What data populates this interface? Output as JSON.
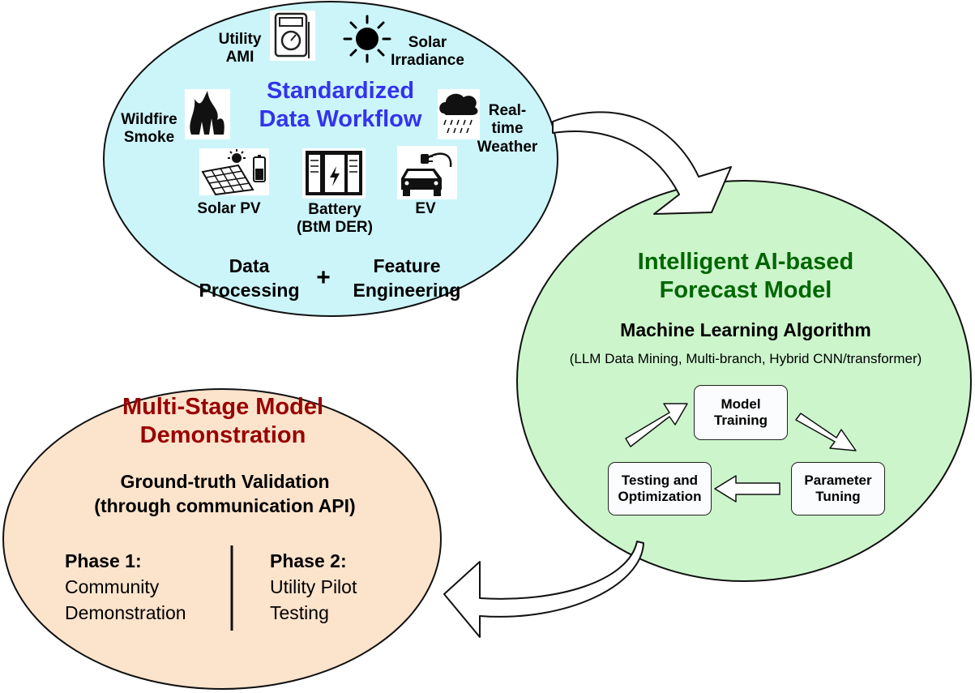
{
  "workflow": {
    "title_line1": "Standardized",
    "title_line2": "Data Workflow",
    "title_color": "#3333ee",
    "fill_color": "#ccf5fa",
    "utility_ami_line1": "Utility",
    "utility_ami_line2": "AMI",
    "solar_irradiance_line1": "Solar",
    "solar_irradiance_line2": "Irradiance",
    "wildfire_smoke_line1": "Wildfire",
    "wildfire_smoke_line2": "Smoke",
    "weather_line1": "Real-",
    "weather_line2": "time",
    "weather_line3": "Weather",
    "solar_pv": "Solar PV",
    "battery_line1": "Battery",
    "battery_line2": "(BtM DER)",
    "ev": "EV",
    "data_processing_line1": "Data",
    "data_processing_line2": "Processing",
    "plus": "+",
    "feature_engineering_line1": "Feature",
    "feature_engineering_line2": "Engineering"
  },
  "forecast": {
    "title_line1": "Intelligent AI-based",
    "title_line2": "Forecast Model",
    "title_color": "#006600",
    "fill_color": "#ccf5cc",
    "subtitle": "Machine Learning Algorithm",
    "methods": "(LLM Data Mining, Multi-branch, Hybrid CNN/transformer)",
    "cycle": {
      "model_training_line1": "Model",
      "model_training_line2": "Training",
      "parameter_tuning_line1": "Parameter",
      "parameter_tuning_line2": "Tuning",
      "testing_line1": "Testing and",
      "testing_line2": "Optimization"
    }
  },
  "demonstration": {
    "title_line1": "Multi-Stage Model",
    "title_line2": "Demonstration",
    "title_color": "#990000",
    "fill_color": "#fce3cc",
    "validation_line1": "Ground-truth Validation",
    "validation_line2": "(through communication API)",
    "phase1_title": "Phase 1:",
    "phase1_line1": "Community",
    "phase1_line2": "Demonstration",
    "phase2_title": "Phase 2:",
    "phase2_line1": "Utility Pilot",
    "phase2_line2": "Testing"
  },
  "icons": [
    "meter-icon",
    "sun-icon",
    "wildfire-icon",
    "rain-cloud-icon",
    "solar-panel-icon",
    "battery-cabinet-icon",
    "ev-car-icon"
  ]
}
